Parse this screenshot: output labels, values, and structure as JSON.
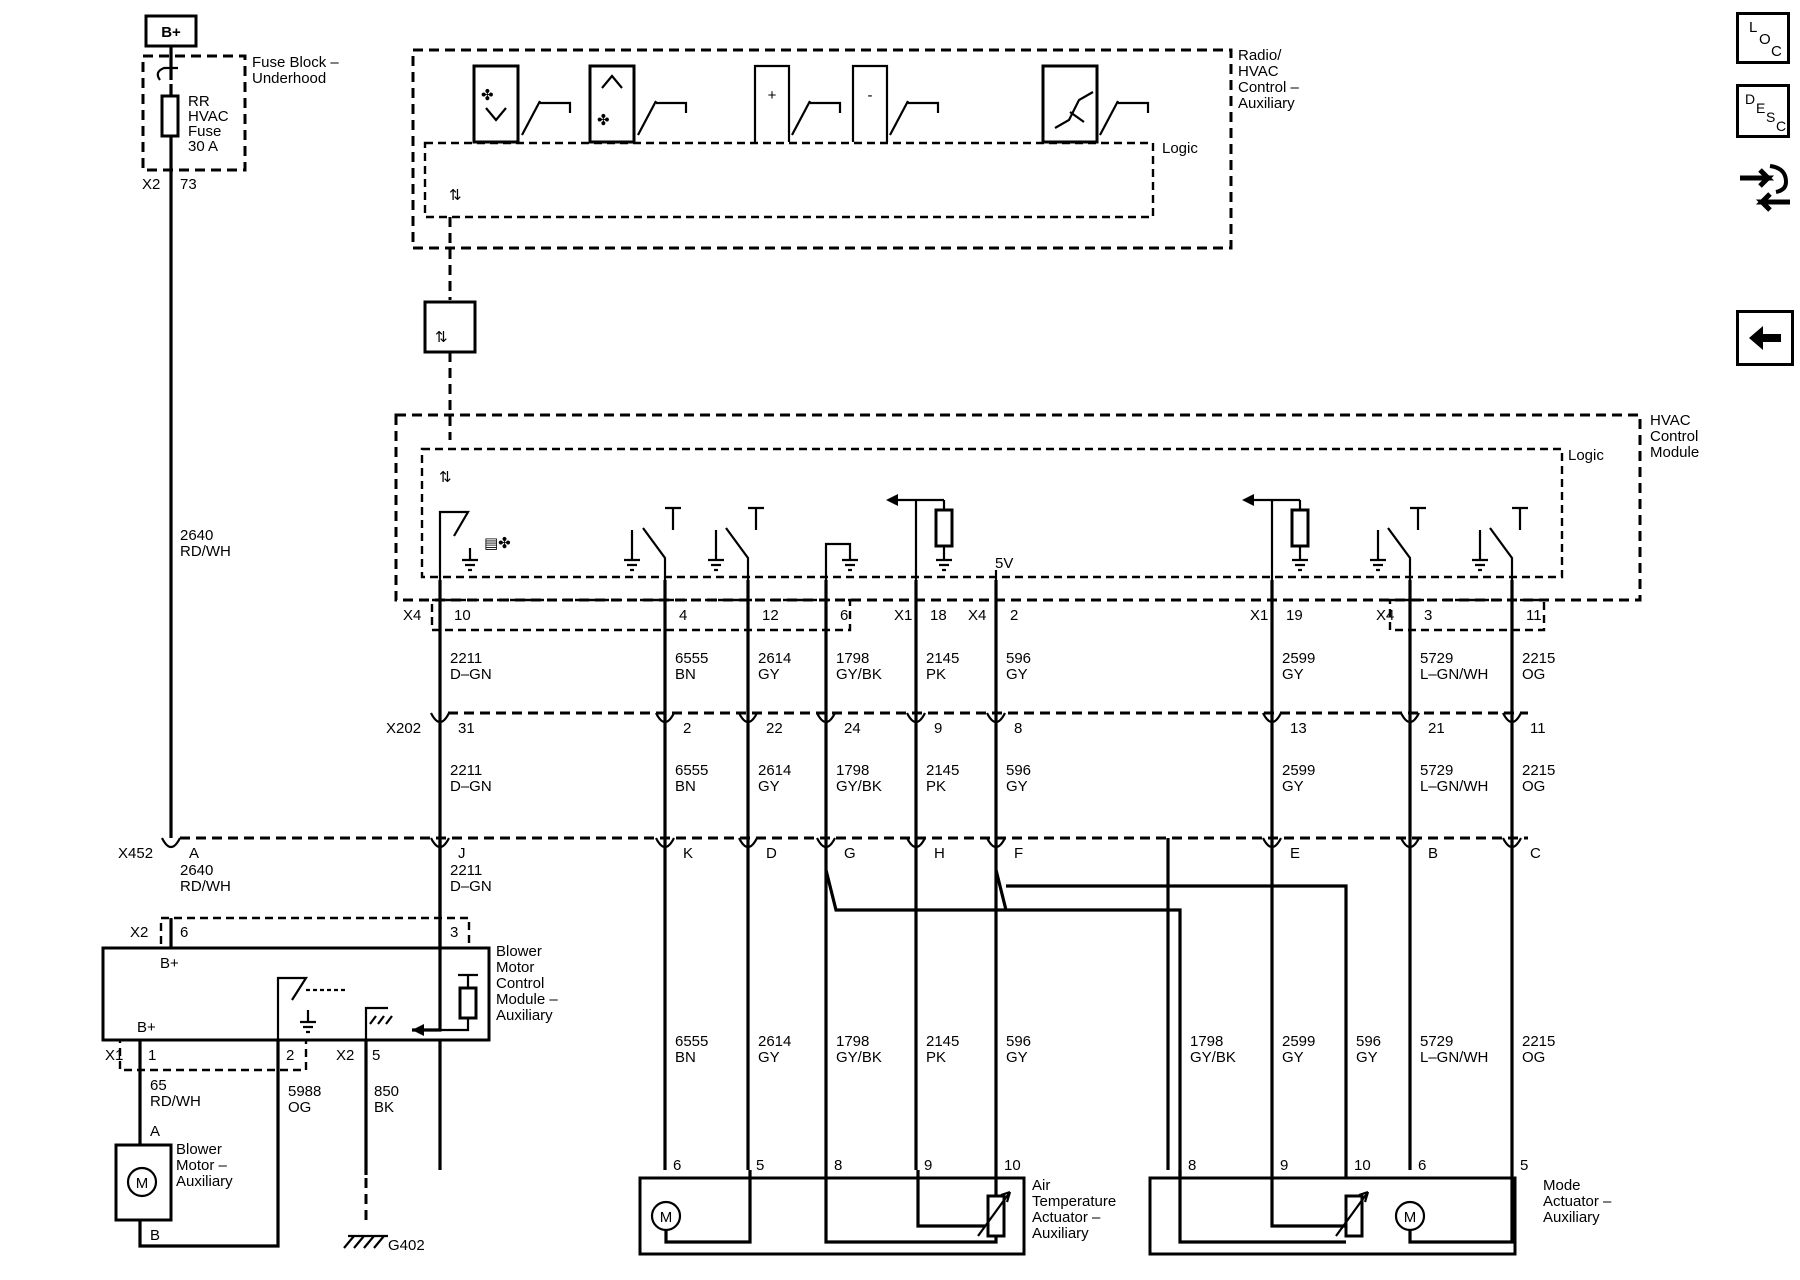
{
  "supply": {
    "bplus": "B+",
    "fuse_block": [
      "Fuse Block –",
      "Underhood"
    ],
    "fuse": [
      "RR",
      "HVAC",
      "Fuse",
      "30 A"
    ],
    "x2": "X2",
    "pin73": "73"
  },
  "radio": {
    "label": [
      "Radio/",
      "HVAC",
      "Control –",
      "Auxiliary"
    ],
    "logic": "Logic"
  },
  "hvac": {
    "label": [
      "HVAC",
      "Control",
      "Module"
    ],
    "logic": "Logic",
    "five_v": "5V"
  },
  "conn_x4": "X4",
  "conn_x1": "X1",
  "conn_x202": "X202",
  "conn_x452": "X452",
  "top_pins": [
    "10",
    "4",
    "12",
    "6",
    "18",
    "2",
    "19",
    "3",
    "11"
  ],
  "wires_top": [
    {
      "num": "2211",
      "color": "D–GN"
    },
    {
      "num": "6555",
      "color": "BN"
    },
    {
      "num": "2614",
      "color": "GY"
    },
    {
      "num": "1798",
      "color": "GY/BK"
    },
    {
      "num": "2145",
      "color": "PK"
    },
    {
      "num": "596",
      "color": "GY"
    },
    {
      "num": "2599",
      "color": "GY"
    },
    {
      "num": "5729",
      "color": "L–GN/WH"
    },
    {
      "num": "2215",
      "color": "OG"
    }
  ],
  "x202_pins": [
    "31",
    "2",
    "22",
    "24",
    "9",
    "8",
    "13",
    "21",
    "11"
  ],
  "x452_pins": [
    "A",
    "J",
    "K",
    "D",
    "G",
    "H",
    "F",
    "E",
    "B",
    "C"
  ],
  "feed_wire": {
    "num": "2640",
    "color": "RD/WH"
  },
  "blower_module": {
    "label": [
      "Blower",
      "Motor",
      "Control",
      "Module –",
      "Auxiliary"
    ],
    "bplus": "B+",
    "x2": "X2",
    "pin6": "6",
    "pin3": "3",
    "x1": "X1",
    "pin1": "1",
    "pin2": "2",
    "pin5": "5"
  },
  "lower_wires": [
    {
      "num": "65",
      "color": "RD/WH"
    },
    {
      "num": "5988",
      "color": "OG"
    },
    {
      "num": "850",
      "color": "BK"
    }
  ],
  "blower_motor": {
    "label": [
      "Blower",
      "Motor –",
      "Auxiliary"
    ],
    "pinA": "A",
    "pinB": "B",
    "m": "M"
  },
  "ground": "G402",
  "air_temp_actuator": {
    "label": [
      "Air",
      "Temperature",
      "Actuator –",
      "Auxiliary"
    ],
    "pins": [
      "6",
      "5",
      "8",
      "9",
      "10"
    ],
    "m": "M"
  },
  "mode_actuator": {
    "label": [
      "Mode",
      "Actuator –",
      "Auxiliary"
    ],
    "pins": [
      "8",
      "9",
      "10",
      "6",
      "5"
    ],
    "m": "M"
  },
  "act_wires": [
    {
      "num": "6555",
      "color": "BN"
    },
    {
      "num": "2614",
      "color": "GY"
    },
    {
      "num": "1798",
      "color": "GY/BK"
    },
    {
      "num": "2145",
      "color": "PK"
    },
    {
      "num": "596",
      "color": "GY"
    },
    {
      "num": "1798",
      "color": "GY/BK"
    },
    {
      "num": "2599",
      "color": "GY"
    },
    {
      "num": "596",
      "color": "GY"
    },
    {
      "num": "5729",
      "color": "L–GN/WH"
    },
    {
      "num": "2215",
      "color": "OG"
    }
  ],
  "nav": {
    "loc": [
      "L",
      "O",
      "C"
    ],
    "desc": [
      "D",
      "E",
      "S",
      "C"
    ]
  }
}
